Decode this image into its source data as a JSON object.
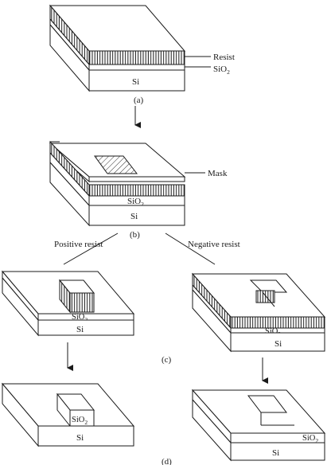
{
  "labels": {
    "resist": "Resist",
    "sio2_main": "SiO",
    "sio2_sub": "2",
    "si": "Si",
    "mask": "Mask",
    "positive": "Positive resist",
    "negative": "Negative resist",
    "step_a": "(a)",
    "step_b": "(b)",
    "step_c": "(c)",
    "step_d": "(d)"
  }
}
